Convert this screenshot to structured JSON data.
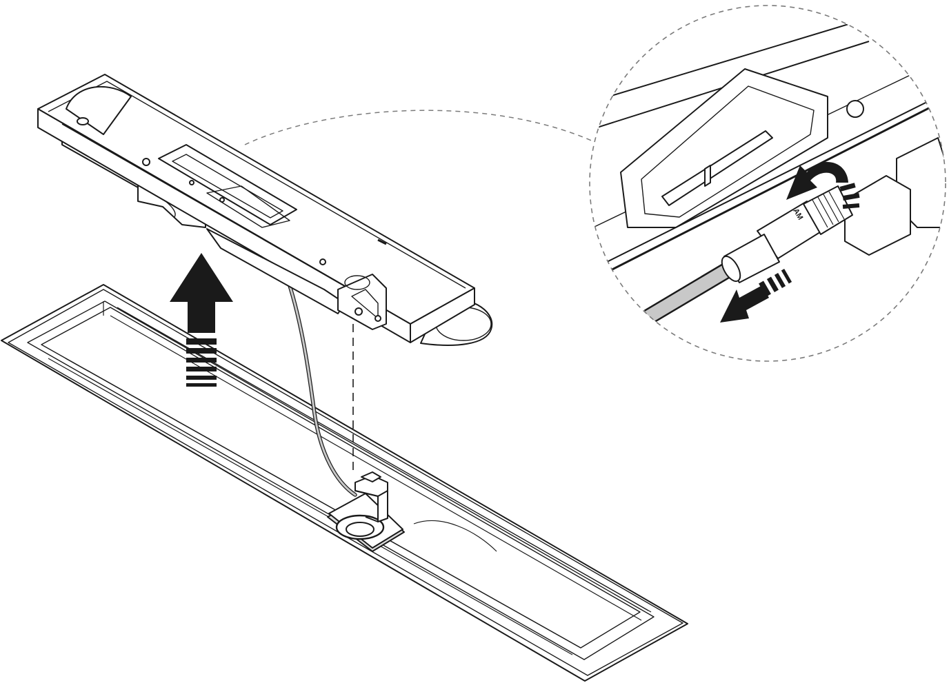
{
  "diagram": {
    "kind": "assembly-instruction",
    "colors": {
      "line": "#1a1a1a",
      "cable": "#c8c8c8",
      "part_fill": "#ffffff",
      "shade": "#dcdcdc",
      "dashed": "#7a7a7a",
      "arrow": "#1a1a1a"
    },
    "connector_marking": "AM",
    "icons": [
      "lift-up-arrow",
      "rotate-counterclockwise-arrow",
      "pull-out-arrow"
    ]
  }
}
